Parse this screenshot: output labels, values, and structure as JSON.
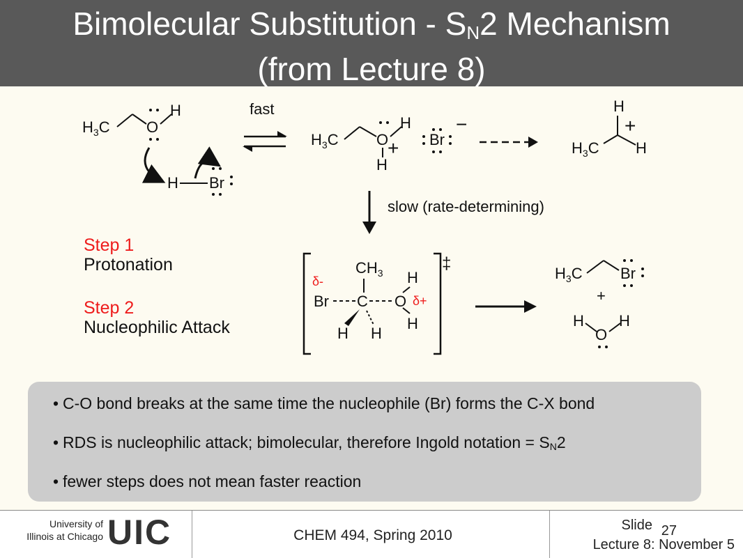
{
  "header": {
    "title_part1": "Bimolecular Substitution - S",
    "title_sub": "N",
    "title_part2": "2 Mechanism",
    "title_line2": "(from Lecture 8)"
  },
  "scheme": {
    "label_fast": "fast",
    "label_slow": "slow (rate-determining)",
    "h3c": "H3C",
    "step1_title": "Step 1",
    "step1_desc": "Protonation",
    "step2_title": "Step 2",
    "step2_desc": "Nucleophilic Attack",
    "delta_minus": "δ-",
    "delta_plus": "δ+",
    "double_dagger": "‡",
    "plus": "+",
    "minus": "−"
  },
  "bullets": [
    {
      "text": "C-O bond breaks at the same time the nucleophile (Br) forms the C-X bond"
    },
    {
      "text_part1": "RDS is nucleophilic attack; bimolecular, therefore Ingold notation = S",
      "text_sub": "N",
      "text_part2": "2"
    },
    {
      "text": "fewer steps does not mean faster reaction"
    }
  ],
  "footer": {
    "university_line1": "University of",
    "university_line2": "Illinois at Chicago",
    "logo": "UIC",
    "course": "CHEM 494, Spring 2010",
    "slide_label": "Slide",
    "slide_number": "27",
    "lecture": "Lecture 8:  November 5"
  },
  "colors": {
    "header_bg": "#595959",
    "slide_bg": "#fdfbf1",
    "accent_red": "#ee1c1c",
    "bullet_box_bg": "#cccccc"
  }
}
